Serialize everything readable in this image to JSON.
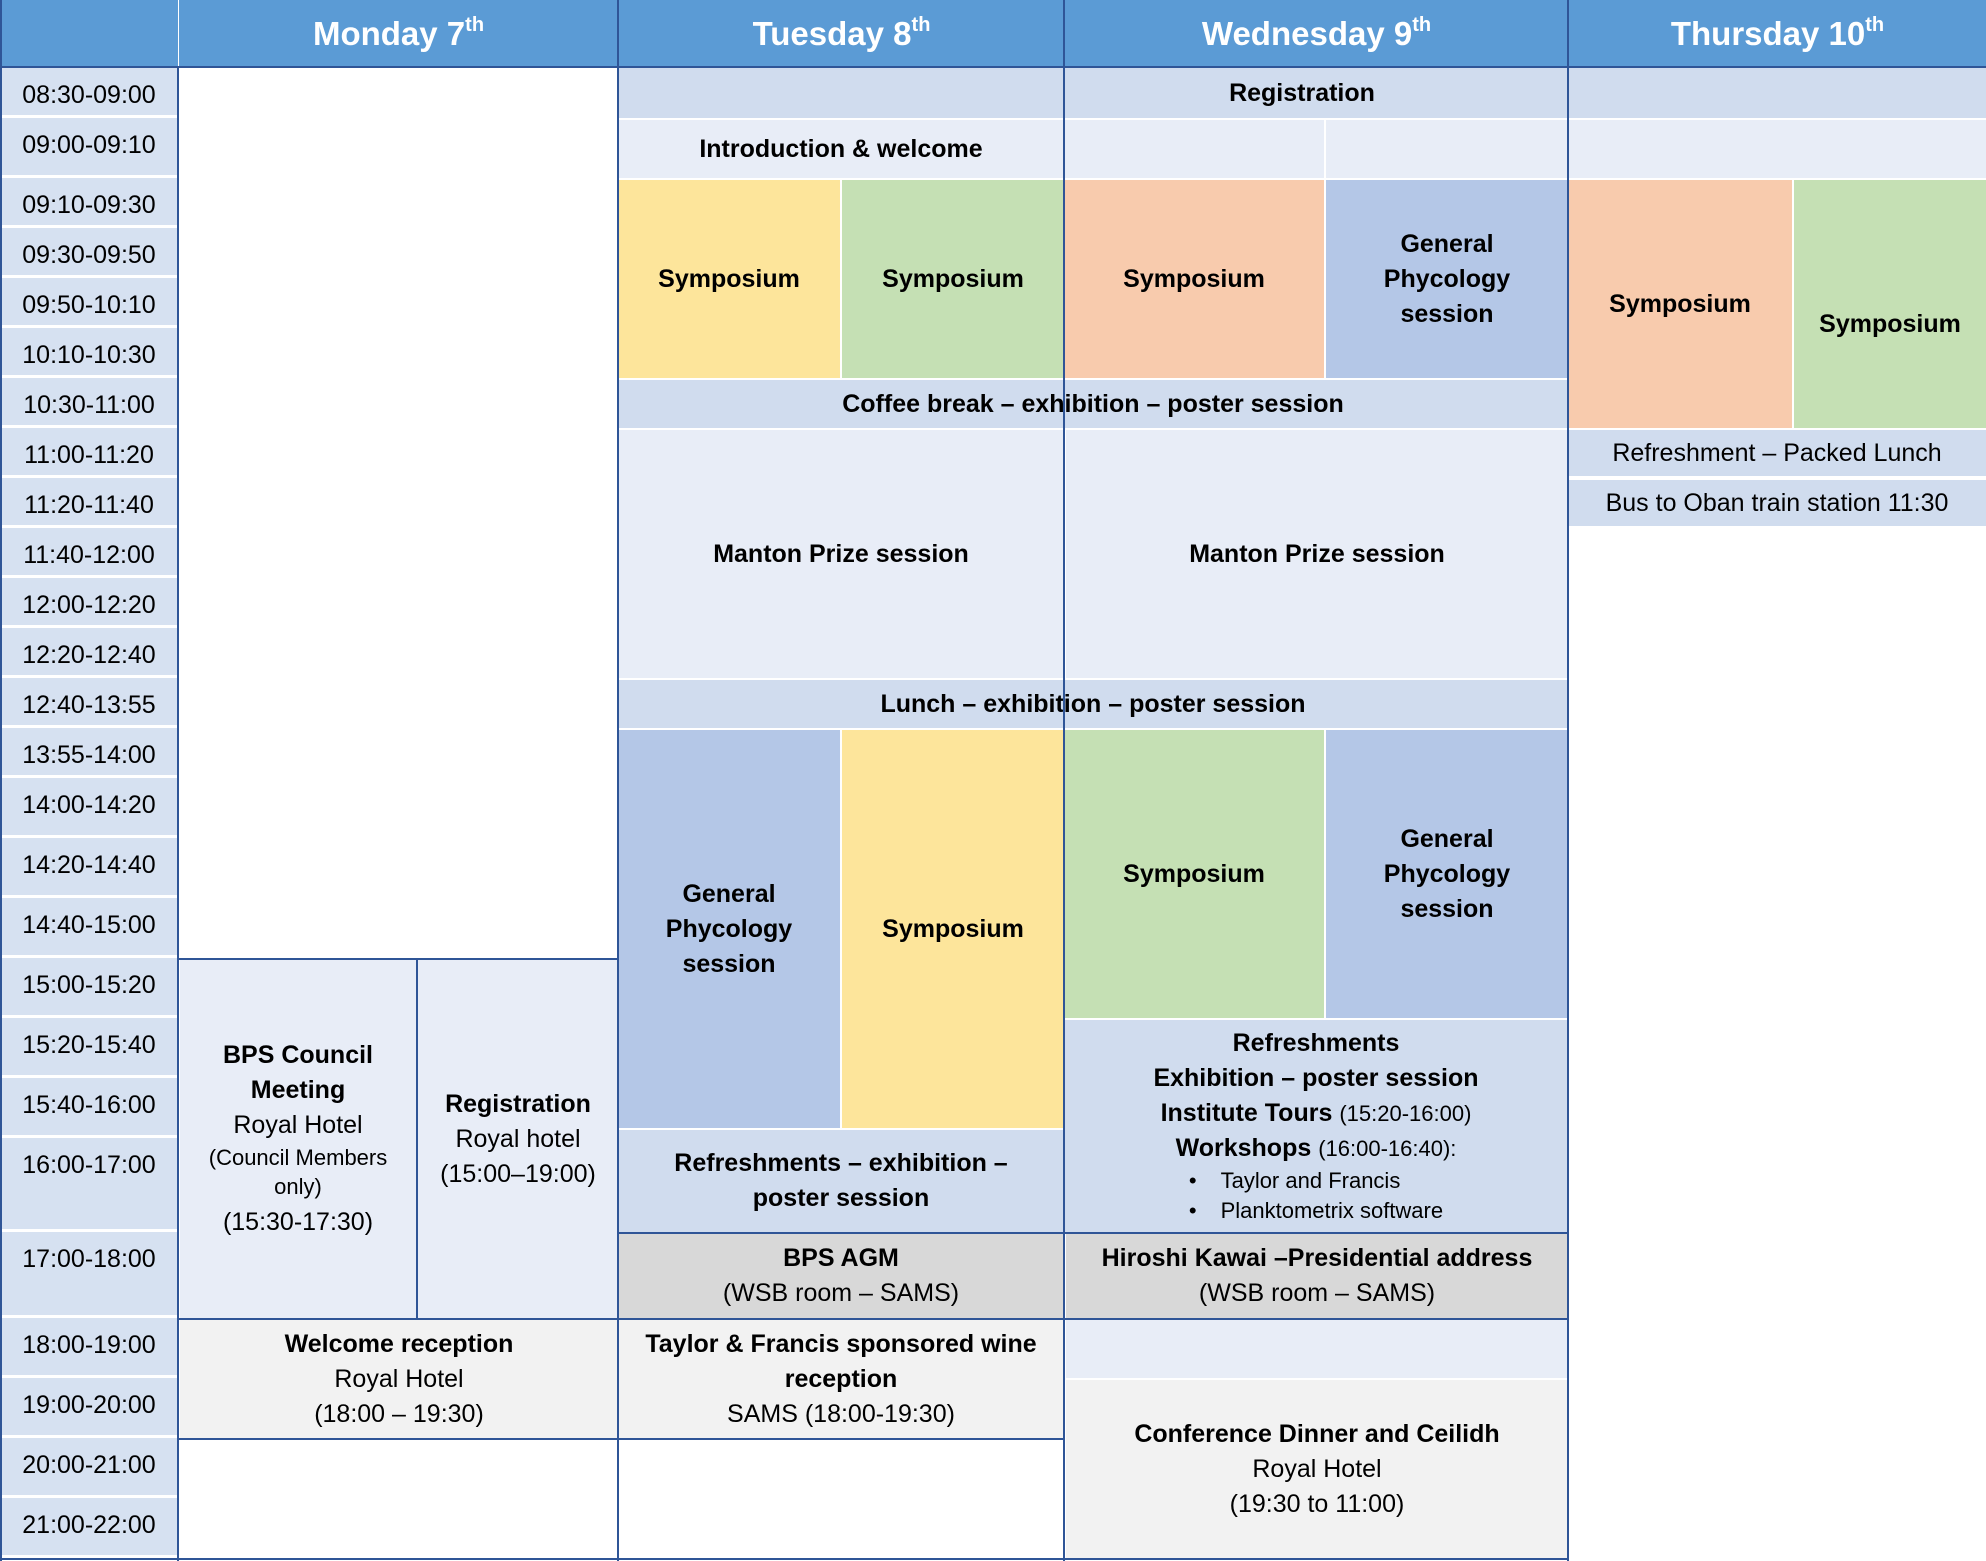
{
  "headers": {
    "mon": {
      "day": "Monday 7",
      "sup": "th"
    },
    "tue": {
      "day": "Tuesday 8",
      "sup": "th"
    },
    "wed": {
      "day": "Wednesday 9",
      "sup": "th"
    },
    "thu": {
      "day": "Thursday 10",
      "sup": "th"
    }
  },
  "times": [
    "08:30-09:00",
    "09:00-09:10",
    "09:10-09:30",
    "09:30-09:50",
    "09:50-10:10",
    "10:10-10:30",
    "10:30-11:00",
    "11:00-11:20",
    "11:20-11:40",
    "11:40-12:00",
    "12:00-12:20",
    "12:20-12:40",
    "12:40-13:55",
    "13:55-14:00",
    "14:00-14:20",
    "14:20-14:40",
    "14:40-15:00",
    "15:00-15:20",
    "15:20-15:40",
    "15:40-16:00",
    "16:00-17:00",
    "17:00-18:00",
    "18:00-19:00",
    "19:00-20:00",
    "20:00-21:00",
    "21:00-22:00"
  ],
  "events": {
    "registration": "Registration",
    "intro": "Introduction & welcome",
    "symposium": "Symposium",
    "general": "General Phycology session",
    "coffee": "Coffee break – exhibition – poster session",
    "manton": "Manton Prize session",
    "lunch": "Lunch – exhibition – poster session",
    "refresh_lunch": "Refreshment – Packed Lunch",
    "bus": "Bus to Oban train station  11:30",
    "council": {
      "title": "BPS Council Meeting",
      "venue": "Royal Hotel",
      "note": "(Council Members only)",
      "time": "(15:30-17:30)"
    },
    "mon_reg": {
      "title": "Registration",
      "venue": "Royal hotel",
      "time": "(15:00–19:00)"
    },
    "tue_refresh": "Refreshments – exhibition – poster session",
    "wed_refresh": {
      "l1": "Refreshments",
      "l2": "Exhibition – poster session",
      "tours": "Institute Tours",
      "tours_time": "(15:20-16:00)",
      "workshops": "Workshops",
      "workshops_time": "(16:00-16:40):",
      "items": [
        "Taylor and Francis",
        "Planktometrix software"
      ]
    },
    "agm": {
      "title": "BPS AGM",
      "venue": "(WSB room – SAMS)"
    },
    "kawai": {
      "title": "Hiroshi Kawai –Presidential address",
      "venue": "(WSB room – SAMS)"
    },
    "welcome": {
      "title": "Welcome reception",
      "venue": "Royal Hotel",
      "time": "(18:00 – 19:30)"
    },
    "wine": {
      "title": "Taylor & Francis sponsored wine reception",
      "venue": "SAMS (18:00-19:30)"
    },
    "dinner": {
      "title": "Conference Dinner and Ceilidh",
      "venue": "Royal Hotel",
      "time": "(19:30 to 11:00)"
    }
  },
  "colors": {
    "header": "#5b9bd5",
    "time_col": "#d6e1f1",
    "symposium_yellow": "#fde59b",
    "symposium_green": "#c5e0b4",
    "symposium_orange": "#f8cbad",
    "general_blue": "#b4c7e7",
    "agm_gray": "#d8d8d8",
    "border": "#2f5597"
  }
}
